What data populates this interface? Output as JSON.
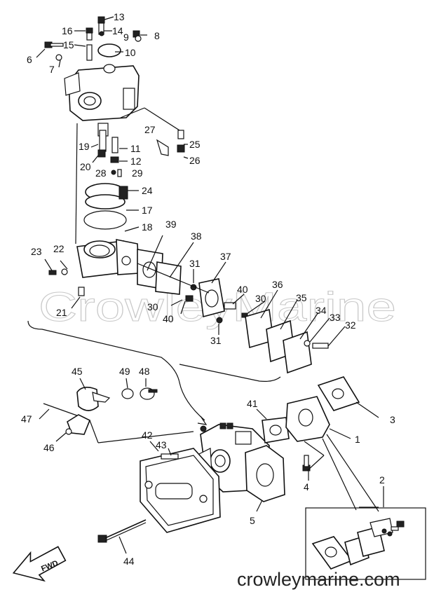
{
  "watermark": "CrowleyMarine",
  "website": "crowleymarine.com",
  "fwd_label": "FWD",
  "callouts": [
    "1",
    "2",
    "3",
    "4",
    "5",
    "6",
    "7",
    "8",
    "9",
    "10",
    "11",
    "12",
    "13",
    "14",
    "15",
    "16",
    "17",
    "18",
    "19",
    "20",
    "21",
    "22",
    "23",
    "24",
    "25",
    "26",
    "27",
    "28",
    "29",
    "30",
    "30",
    "30",
    "31",
    "31",
    "32",
    "33",
    "34",
    "35",
    "36",
    "37",
    "38",
    "39",
    "40",
    "40",
    "41",
    "42",
    "43",
    "44",
    "45",
    "46",
    "47",
    "48",
    "49"
  ]
}
